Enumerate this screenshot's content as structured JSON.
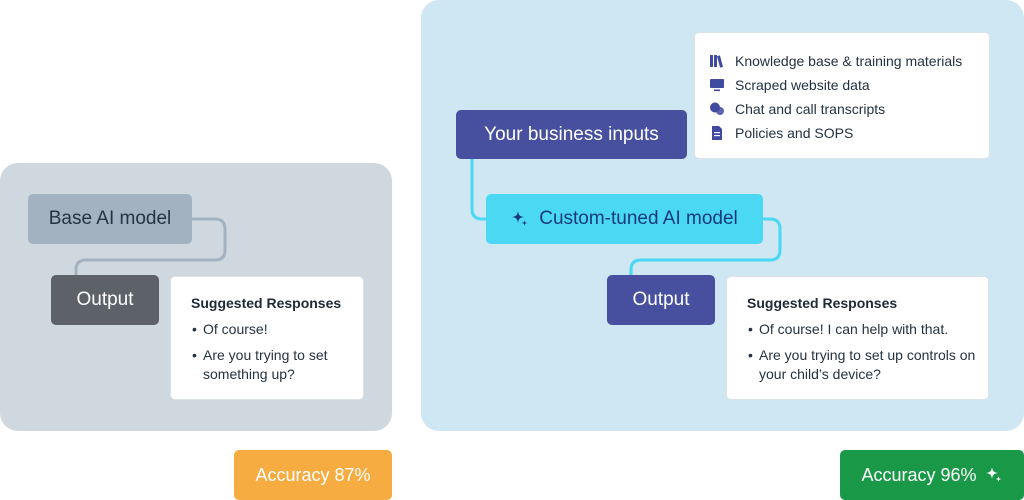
{
  "left": {
    "base_node": "Base AI model",
    "output_node": "Output",
    "card": {
      "title": "Suggested Responses",
      "items": [
        "Of course!",
        "Are you trying to set something up?"
      ]
    },
    "accuracy": "Accuracy 87%"
  },
  "right": {
    "inputs_node": "Your business inputs",
    "inputs": [
      {
        "icon": "books-icon",
        "label": "Knowledge base & training materials"
      },
      {
        "icon": "monitor-icon",
        "label": "Scraped website data"
      },
      {
        "icon": "chat-bubbles-icon",
        "label": "Chat and call transcripts"
      },
      {
        "icon": "document-icon",
        "label": "Policies and SOPS"
      }
    ],
    "custom_node": "Custom-tuned AI model",
    "output_node": "Output",
    "card": {
      "title": "Suggested Responses",
      "items": [
        "Of course! I can help with that.",
        "Are you trying to set up controls on your child’s device?"
      ]
    },
    "accuracy": "Accuracy 96%"
  },
  "colors": {
    "left_panel": "#cfd8df",
    "right_panel": "#cfe6f3",
    "base_node": "#a3b2c1",
    "left_output": "#5d6168",
    "business_inputs": "#46509e",
    "custom_node": "#4ad8f3",
    "accuracy_left": "#f6ac41",
    "accuracy_right": "#199947",
    "icon": "#3f4aa0"
  }
}
